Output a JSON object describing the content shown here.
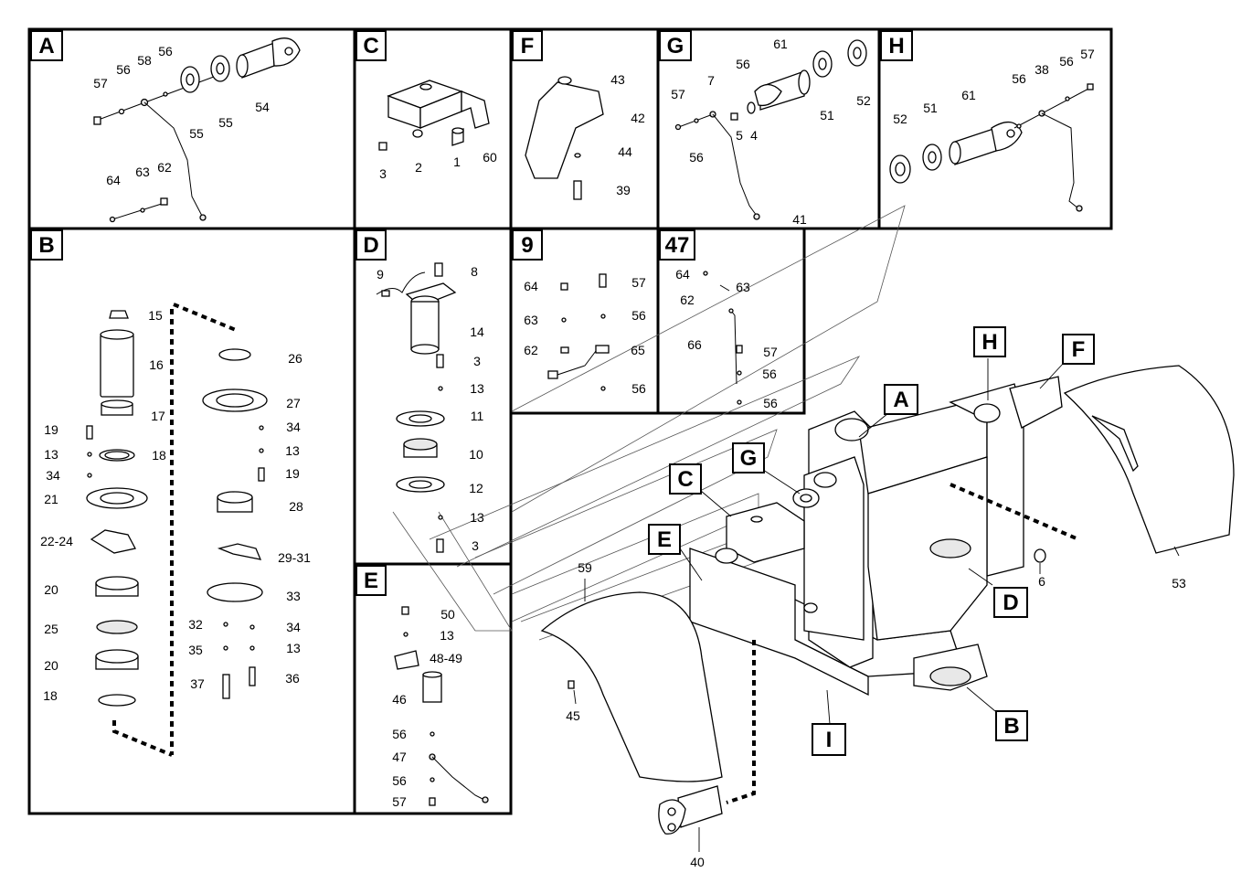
{
  "panels": [
    {
      "id": "A",
      "label": "A"
    },
    {
      "id": "C",
      "label": "C"
    },
    {
      "id": "F",
      "label": "F"
    },
    {
      "id": "G",
      "label": "G"
    },
    {
      "id": "H",
      "label": "H"
    },
    {
      "id": "B",
      "label": "B"
    },
    {
      "id": "D",
      "label": "D"
    },
    {
      "id": "9",
      "label": "9"
    },
    {
      "id": "47",
      "label": "47"
    },
    {
      "id": "E",
      "label": "E"
    }
  ],
  "callouts": [
    "H",
    "F",
    "A",
    "G",
    "C",
    "E",
    "D",
    "B",
    "I"
  ],
  "part_numbers": [
    "57",
    "56",
    "58",
    "56",
    "55",
    "55",
    "54",
    "64",
    "63",
    "62",
    "3",
    "2",
    "1",
    "60",
    "43",
    "42",
    "44",
    "39",
    "57",
    "7",
    "56",
    "61",
    "52",
    "51",
    "5",
    "4",
    "56",
    "41",
    "52",
    "51",
    "61",
    "56",
    "38",
    "56",
    "57",
    "15",
    "16",
    "17",
    "19",
    "13",
    "18",
    "34",
    "21",
    "22-24",
    "20",
    "25",
    "20",
    "18",
    "26",
    "27",
    "34",
    "13",
    "19",
    "28",
    "29-31",
    "33",
    "32",
    "34",
    "35",
    "13",
    "37",
    "36",
    "9",
    "8",
    "14",
    "3",
    "13",
    "11",
    "10",
    "12",
    "13",
    "3",
    "64",
    "57",
    "63",
    "56",
    "62",
    "65",
    "56",
    "64",
    "63",
    "62",
    "66",
    "57",
    "56",
    "56",
    "50",
    "13",
    "48-49",
    "46",
    "56",
    "47",
    "56",
    "57",
    "59",
    "45",
    "53",
    "6",
    "40"
  ]
}
